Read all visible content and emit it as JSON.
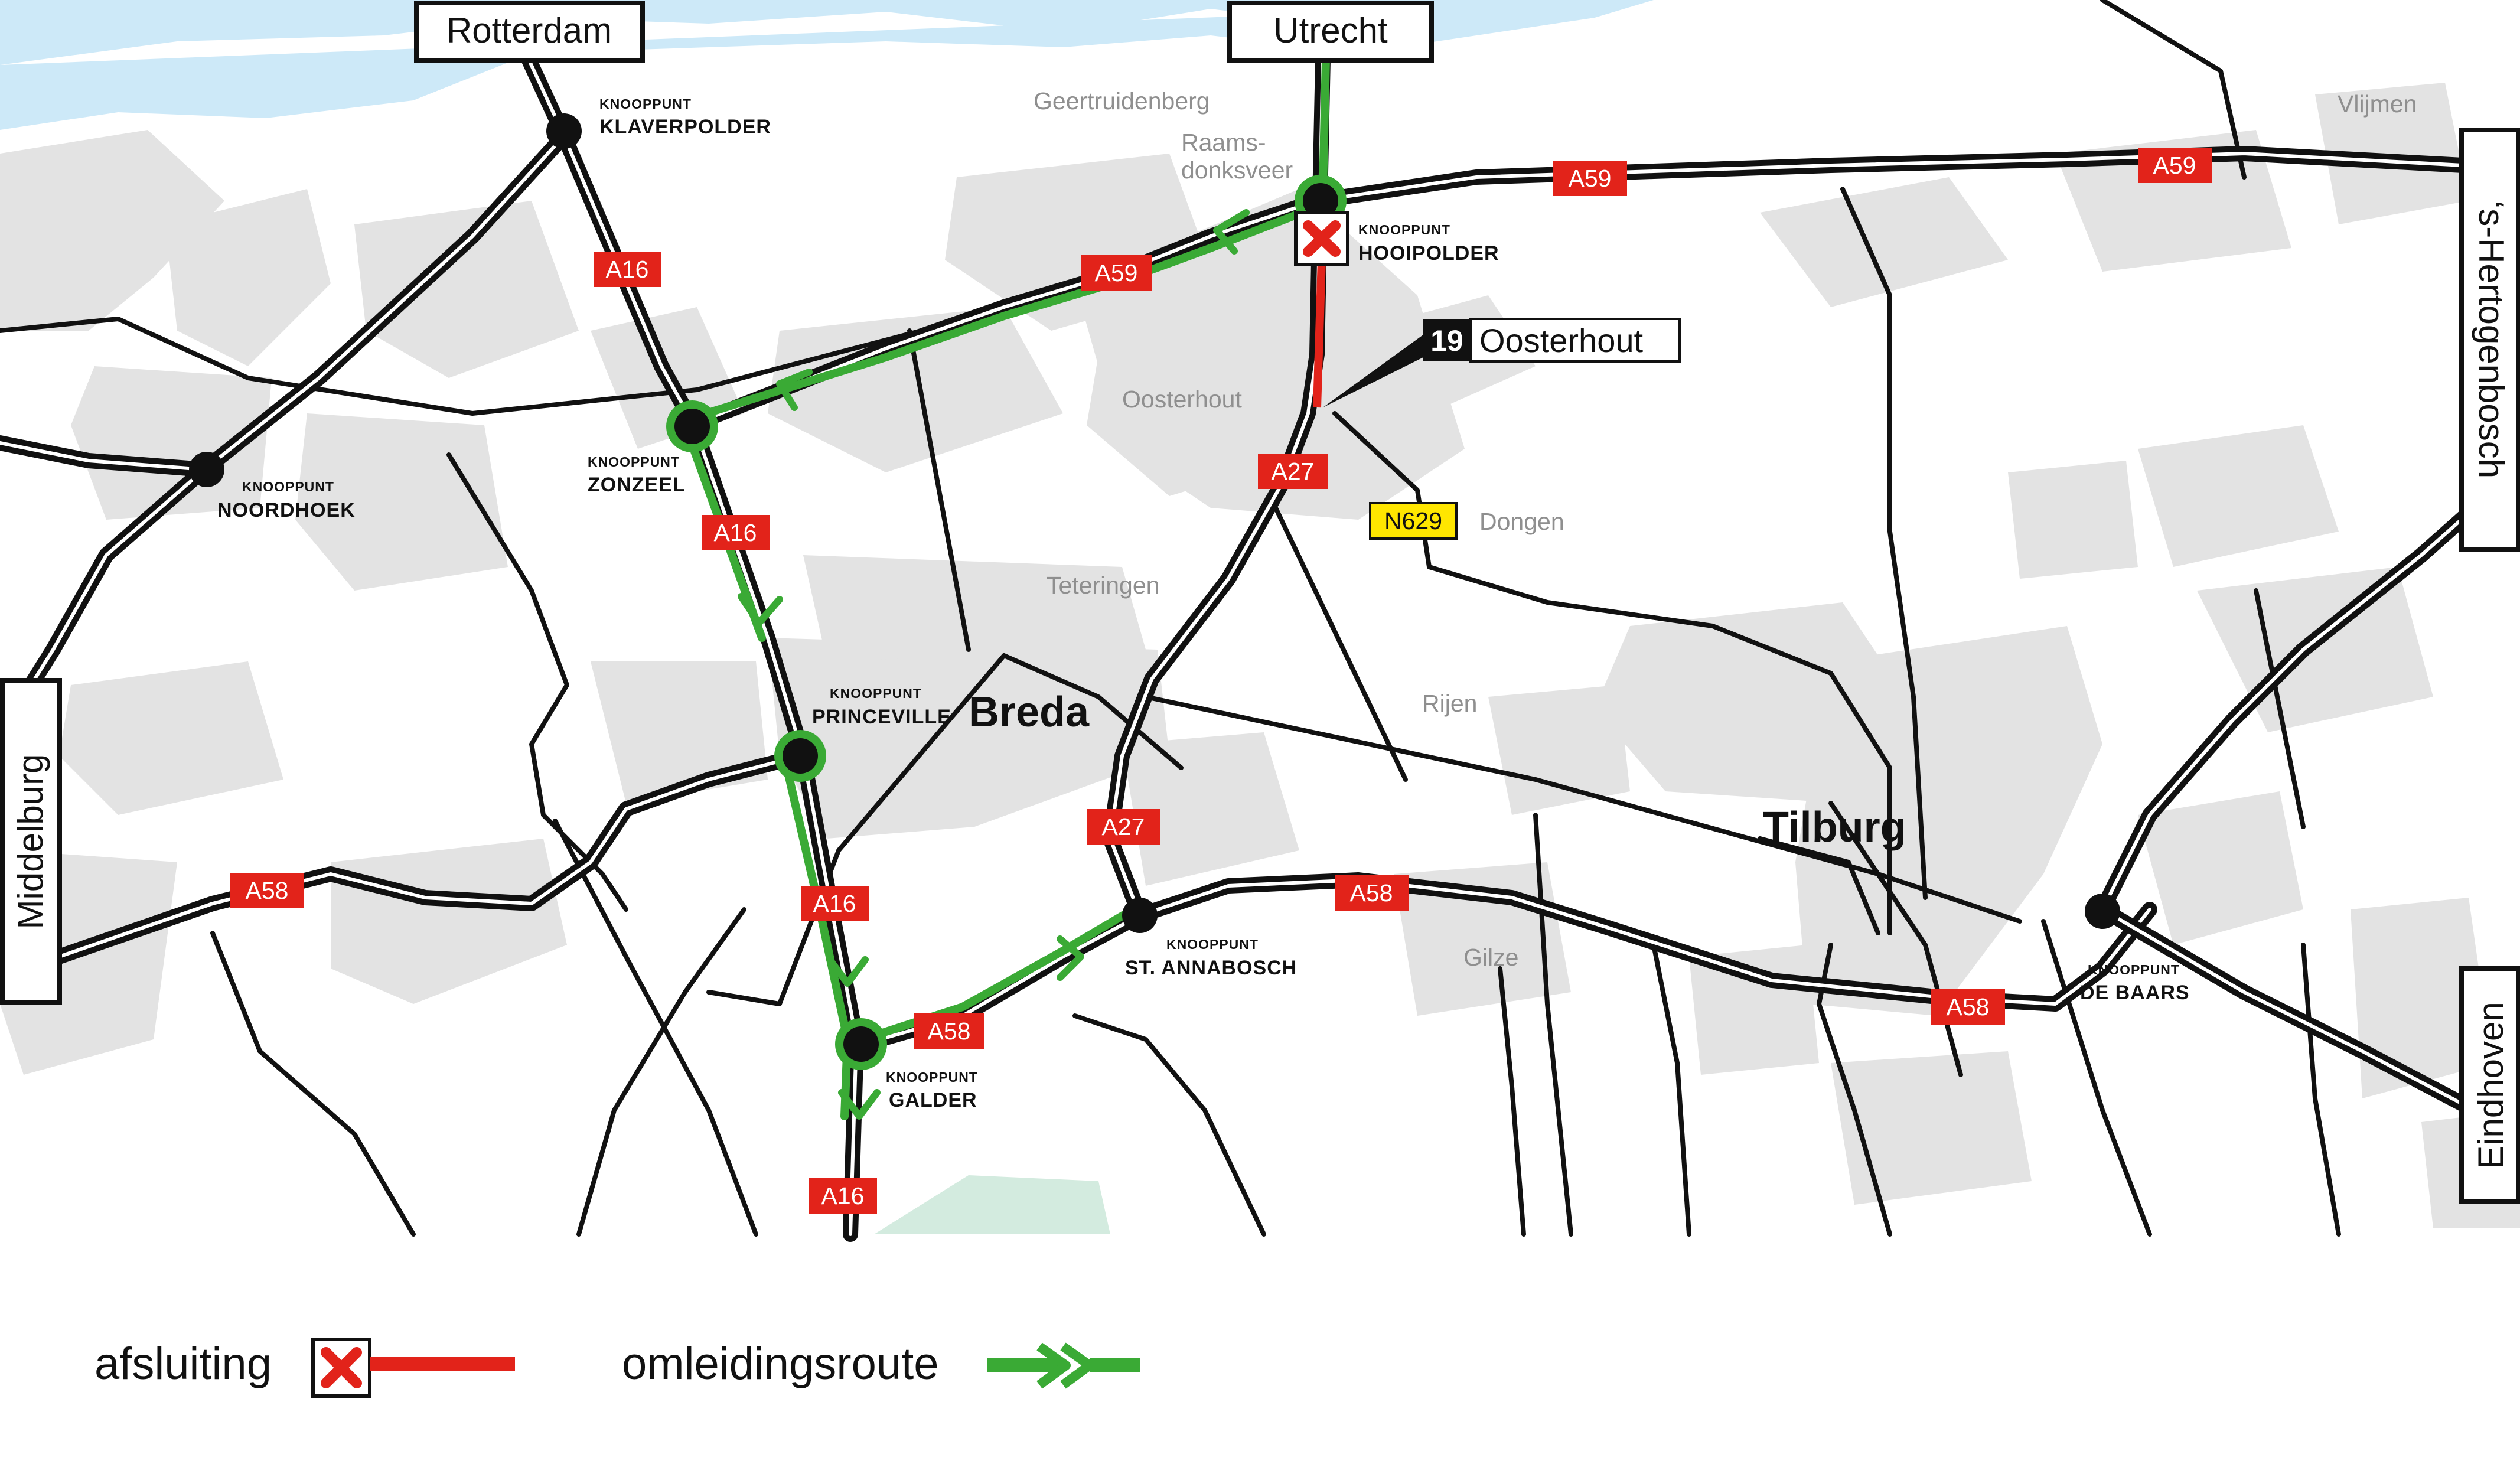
{
  "directions": {
    "rotterdam": "Rotterdam",
    "utrecht": "Utrecht",
    "middelburg": "Middelburg",
    "s_hertogenbosch": "‘s-Hertogenbosch",
    "eindhoven": "Eindhoven"
  },
  "places": {
    "geertruidenberg": "Geertruidenberg",
    "raamsdonksveer_1": "Raams-",
    "raamsdonksveer_2": "donksveer",
    "vlijmen": "Vlijmen",
    "oosterhout": "Oosterhout",
    "dongen": "Dongen",
    "teteringen": "Teteringen",
    "rijen": "Rijen",
    "breda": "Breda",
    "tilburg": "Tilburg",
    "gilze": "Gilze"
  },
  "junctions": {
    "prefix": "KNOOPPUNT",
    "klaverpolder": "KLAVERPOLDER",
    "hooipolder": "HOOIPOLDER",
    "noordhoek": "NOORDHOEK",
    "zonzeel": "ZONZEEL",
    "princeville": "PRINCEVILLE",
    "st_annabosch": "ST. ANNABOSCH",
    "galder": "GALDER",
    "de_baars": "DE BAARS"
  },
  "roads": {
    "a16": "A16",
    "a59": "A59",
    "a27": "A27",
    "a58": "A58",
    "n629": "N629"
  },
  "exit": {
    "number": "19",
    "name": "Oosterhout"
  },
  "legend": {
    "closure": "afsluiting",
    "detour": "omleidingsroute"
  },
  "colors": {
    "closure_red": "#e2231a",
    "detour_green": "#3aaa35",
    "shield_red": "#e2231a",
    "n_road_yellow": "#ffe600",
    "urban_grey": "#e3e3e3",
    "water_blue": "#cde9f8"
  }
}
